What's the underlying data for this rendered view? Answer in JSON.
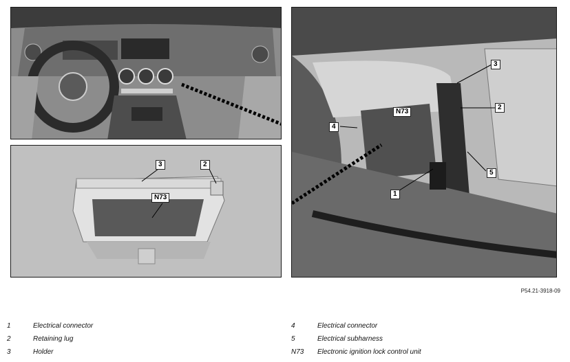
{
  "figure_ref": "P54.21-3918-09",
  "callouts": {
    "unit_3": "3",
    "unit_2": "2",
    "unit_n73": "N73",
    "detail_3": "3",
    "detail_2": "2",
    "detail_n73": "N73",
    "detail_4": "4",
    "detail_1": "1",
    "detail_5": "5"
  },
  "legend": [
    {
      "num": "1",
      "text": "Electrical connector"
    },
    {
      "num": "2",
      "text": "Retaining lug"
    },
    {
      "num": "3",
      "text": "Holder"
    },
    {
      "num": "4",
      "text": "Electrical connector"
    },
    {
      "num": "5",
      "text": "Electrical subharness"
    },
    {
      "num": "N73",
      "text": "Electronic ignition lock control unit"
    }
  ]
}
